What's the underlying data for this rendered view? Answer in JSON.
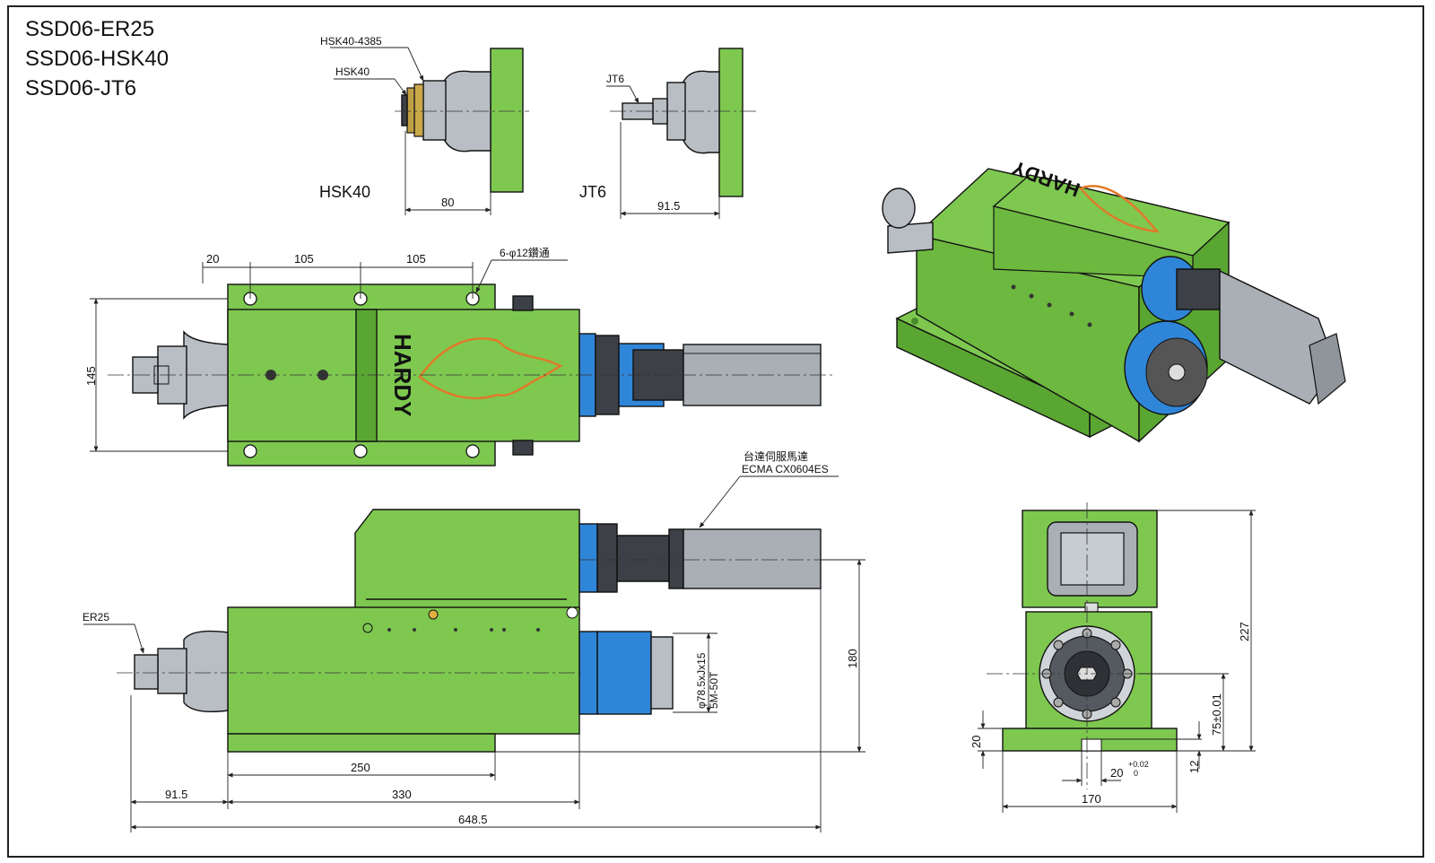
{
  "titles": [
    "SSD06-ER25",
    "SSD06-HSK40",
    "SSD06-JT6"
  ],
  "callouts": {
    "hsk40_4385": "HSK40-4385",
    "hsk40": "HSK40",
    "jt6": "JT6",
    "er25": "ER25",
    "holes": "6-φ12鑽通",
    "motor_cn": "台達伺服馬達",
    "motor_model": "ECMA CX0604ES",
    "pulley_dia": "φ78.5xJx15",
    "pulley_belt": "5M-50T",
    "brand": "HARDY"
  },
  "view_labels": {
    "hsk40": "HSK40",
    "jt6": "JT6"
  },
  "dimensions": {
    "hsk_len": "80",
    "jt6_len": "91.5",
    "edge": "20",
    "pitch1": "105",
    "pitch2": "105",
    "width": "145",
    "height": "180",
    "body_len": "250",
    "tool_len": "91.5",
    "body_total": "330",
    "overall": "648.5",
    "end_height": "227",
    "base_h": "20",
    "center_h": "75±0.01",
    "slot_w": "20",
    "slot_tol_upper": "+0.02",
    "slot_tol_lower": "0",
    "slot_depth": "12",
    "base_w": "170"
  },
  "colors": {
    "body": "#7ec850",
    "steel": "#b8bec4",
    "blue": "#2f86d8",
    "motor": "#a9afb5",
    "logo": "#e07a2a"
  }
}
